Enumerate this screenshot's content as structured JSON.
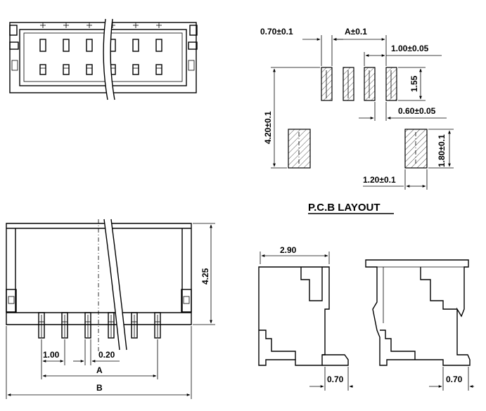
{
  "pcb": {
    "title": "P.C.B LAYOUT",
    "dim_pad_width": "0.70±0.1",
    "dim_pitch_a": "A±0.1",
    "dim_pitch": "1.00±0.05",
    "dim_pad_height": "1.55",
    "dim_pad_space": "0.60±0.05",
    "dim_total_height": "4.20±0.1",
    "dim_big_pad_height": "1.80±0.1",
    "dim_big_pad_width": "1.20±0.1"
  },
  "front": {
    "dim_height": "4.25",
    "dim_pitch": "1.00",
    "dim_pin": "0.20",
    "dim_a": "A",
    "dim_b": "B"
  },
  "side": {
    "dim_depth": "2.90",
    "dim_left_foot": "0.70",
    "dim_right_foot": "0.70"
  }
}
